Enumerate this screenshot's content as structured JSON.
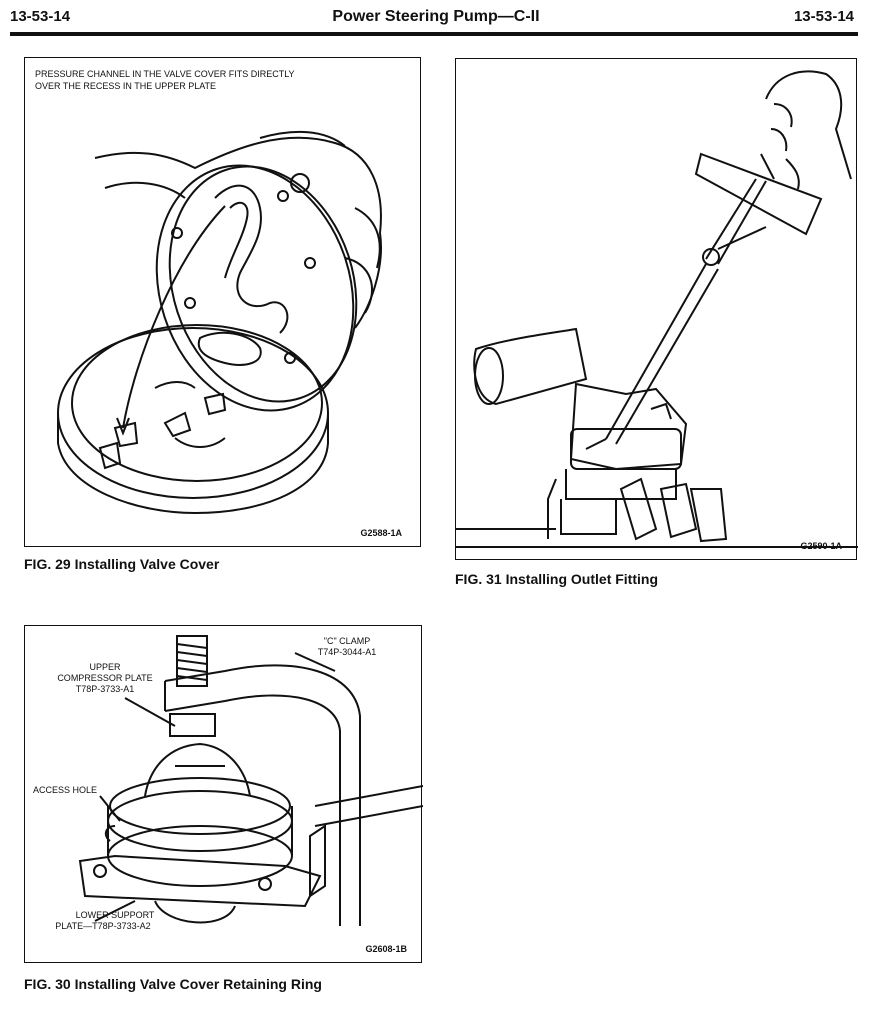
{
  "header": {
    "left_page": "13-53-14",
    "title": "Power Steering Pump—C-II",
    "right_page": "13-53-14"
  },
  "fig29": {
    "caption": "FIG. 29  Installing Valve Cover",
    "note": "PRESSURE CHANNEL IN THE VALVE COVER FITS DIRECTLY OVER THE RECESS IN THE UPPER PLATE",
    "code": "G2588-1A"
  },
  "fig31": {
    "caption": "FIG. 31  Installing Outlet Fitting",
    "code": "G2590-1A"
  },
  "fig30": {
    "caption": "FIG. 30  Installing Valve Cover Retaining Ring",
    "code": "G2608-1B",
    "labels": {
      "c_clamp": "\"C\" CLAMP",
      "c_clamp_part": "T74P-3044-A1",
      "upper_plate_1": "UPPER",
      "upper_plate_2": "COMPRESSOR PLATE",
      "upper_plate_part": "T78P-3733-A1",
      "access_hole": "ACCESS HOLE",
      "lower_support_1": "LOWER SUPPORT",
      "lower_support_2": "PLATE—T78P-3733-A2"
    }
  }
}
